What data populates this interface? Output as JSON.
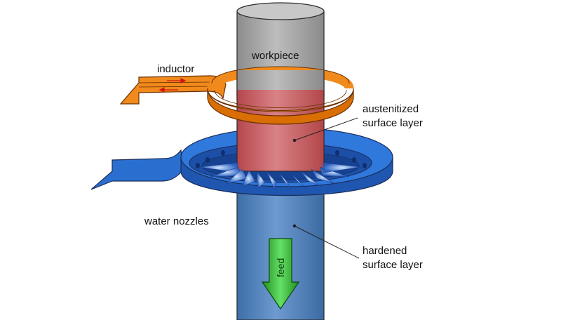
{
  "labels": {
    "workpiece": "workpiece",
    "inductor": "inductor",
    "austenitized_line1": "austenitized",
    "austenitized_line2": "surface layer",
    "water_nozzles": "water nozzles",
    "hardened_line1": "hardened",
    "hardened_line2": "surface layer",
    "feed": "feed"
  },
  "colors": {
    "workpiece_gray": "#a9a9a9",
    "austenitized_red": "#c75a5e",
    "hardened_blue": "#4a7fb8",
    "inductor_orange": "#f08a1c",
    "nozzle_ring_blue": "#2a6fd0",
    "feed_arrow_green": "#3fbf3f"
  },
  "icons": {
    "current_arrows": "red-arrow",
    "feed_arrow": "down-arrow"
  }
}
